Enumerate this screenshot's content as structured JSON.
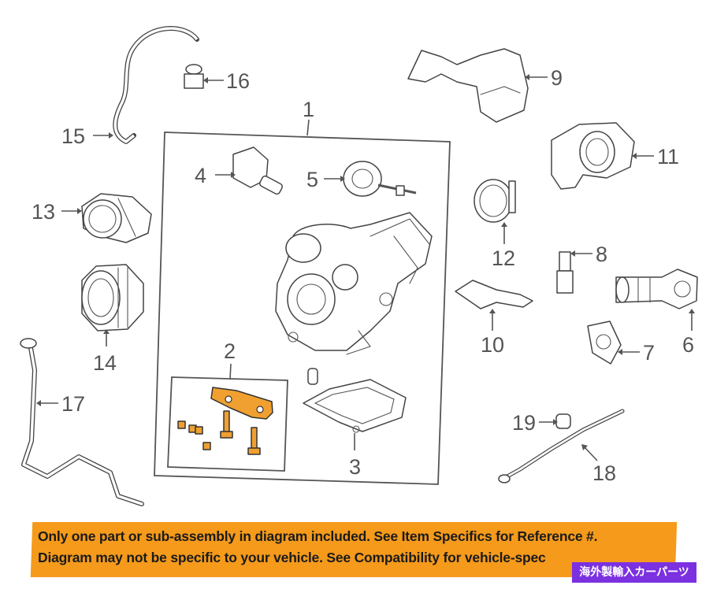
{
  "callouts": {
    "c1": "1",
    "c2": "2",
    "c3": "3",
    "c4": "4",
    "c5": "5",
    "c6": "6",
    "c7": "7",
    "c8": "8",
    "c9": "9",
    "c10": "10",
    "c11": "11",
    "c12": "12",
    "c13": "13",
    "c14": "14",
    "c15": "15",
    "c16": "16",
    "c17": "17",
    "c18": "18",
    "c19": "19"
  },
  "banner": {
    "line1": "Only one part or sub-assembly in diagram included. See Item Specifics for Reference #.",
    "line2": "Diagram may not be specific to your vehicle. See Compatibility for vehicle-spec"
  },
  "badge": {
    "label": "海外製輸入カーパーツ"
  },
  "colors": {
    "banner_bg": "#f59a1b",
    "badge_bg": "#7c31e0",
    "highlight_part": "#f0a030"
  }
}
